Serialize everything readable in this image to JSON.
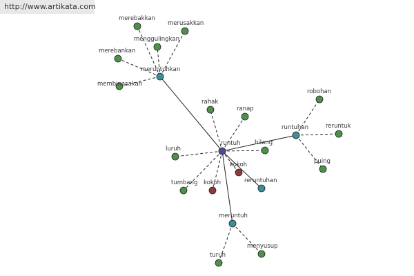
{
  "site_url": "http://www.artikata.com",
  "colors": {
    "center": "#4b4b9a",
    "hub": "#3d8f95",
    "synonym": "#4f8f4a",
    "antonym": "#8c3a3a"
  },
  "nodes": [
    {
      "id": "runtuh",
      "label": "runtuh",
      "type": "center"
    },
    {
      "id": "meruntuhkan",
      "label": "meruntuhkan",
      "type": "hub"
    },
    {
      "id": "runtuhan",
      "label": "runtuhan",
      "type": "hub"
    },
    {
      "id": "meruntuh",
      "label": "meruntuh",
      "type": "hub"
    },
    {
      "id": "reruntuhan",
      "label": "reruntuhan",
      "type": "hub"
    },
    {
      "id": "merebakkan",
      "label": "merebakkan",
      "type": "synonym"
    },
    {
      "id": "merusakkan",
      "label": "merusakkan",
      "type": "synonym"
    },
    {
      "id": "menggulingkan",
      "label": "menggulingkan",
      "type": "synonym"
    },
    {
      "id": "merebankan",
      "label": "merebankan",
      "type": "synonym"
    },
    {
      "id": "membinasakan",
      "label": "membinasakan",
      "type": "synonym"
    },
    {
      "id": "rahak",
      "label": "rahak",
      "type": "synonym"
    },
    {
      "id": "ranap",
      "label": "ranap",
      "type": "synonym"
    },
    {
      "id": "hilang",
      "label": "hilang",
      "type": "synonym"
    },
    {
      "id": "luruh",
      "label": "luruh",
      "type": "synonym"
    },
    {
      "id": "tumbang",
      "label": "tumbang",
      "type": "synonym"
    },
    {
      "id": "kokoh1",
      "label": "kokoh",
      "type": "antonym"
    },
    {
      "id": "kokoh2",
      "label": "kokoh",
      "type": "antonym"
    },
    {
      "id": "robohan",
      "label": "robohan",
      "type": "synonym"
    },
    {
      "id": "reruntuk",
      "label": "reruntuk",
      "type": "synonym"
    },
    {
      "id": "puing",
      "label": "puing",
      "type": "synonym"
    },
    {
      "id": "turun",
      "label": "turun",
      "type": "synonym"
    },
    {
      "id": "menyusup",
      "label": "menyusup",
      "type": "synonym"
    }
  ],
  "edges": [
    {
      "from": "runtuh",
      "to": "meruntuhkan",
      "style": "solid"
    },
    {
      "from": "runtuh",
      "to": "runtuhan",
      "style": "solid"
    },
    {
      "from": "runtuh",
      "to": "meruntuh",
      "style": "solid"
    },
    {
      "from": "runtuh",
      "to": "reruntuhan",
      "style": "solid"
    },
    {
      "from": "meruntuhkan",
      "to": "merebakkan",
      "style": "dashed"
    },
    {
      "from": "meruntuhkan",
      "to": "merusakkan",
      "style": "dashed"
    },
    {
      "from": "meruntuhkan",
      "to": "menggulingkan",
      "style": "dashed"
    },
    {
      "from": "meruntuhkan",
      "to": "merebankan",
      "style": "dashed"
    },
    {
      "from": "meruntuhkan",
      "to": "membinasakan",
      "style": "dashed"
    },
    {
      "from": "runtuh",
      "to": "rahak",
      "style": "dashed"
    },
    {
      "from": "runtuh",
      "to": "ranap",
      "style": "dashed"
    },
    {
      "from": "runtuh",
      "to": "hilang",
      "style": "dashed"
    },
    {
      "from": "runtuh",
      "to": "luruh",
      "style": "dashed"
    },
    {
      "from": "runtuh",
      "to": "tumbang",
      "style": "dashed"
    },
    {
      "from": "runtuh",
      "to": "kokoh1",
      "style": "dashed"
    },
    {
      "from": "runtuh",
      "to": "kokoh2",
      "style": "dashed"
    },
    {
      "from": "runtuhan",
      "to": "robohan",
      "style": "dashed"
    },
    {
      "from": "runtuhan",
      "to": "reruntuk",
      "style": "dashed"
    },
    {
      "from": "runtuhan",
      "to": "puing",
      "style": "dashed"
    },
    {
      "from": "meruntuh",
      "to": "turun",
      "style": "dashed"
    },
    {
      "from": "meruntuh",
      "to": "menyusup",
      "style": "dashed"
    }
  ]
}
